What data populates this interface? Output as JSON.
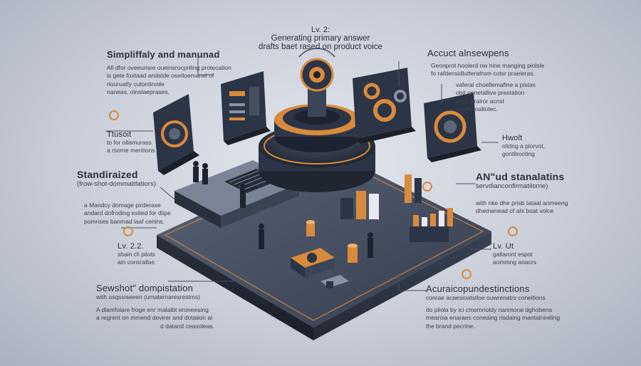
{
  "top": {
    "level": "Lv. 2:",
    "line1": "Generating primary answer",
    "line2": "drafts baet rased on product voice"
  },
  "left": {
    "block1": {
      "title": "Simpliffaly and manunad",
      "lines": [
        "All dfor oveeunsre oueinsrocpriling protecation",
        "is gete foxtaad andstde osetloemanel of",
        "riouruatly cutontirvole",
        "naneas, olnstaeprases."
      ]
    },
    "block2": {
      "title": "Ttusoit",
      "lines": [
        "to for ollamurass",
        "a rsome mentions"
      ]
    },
    "block3": {
      "title": "Standiraized",
      "subtitle": "(frow-shot-dommatifatiors)",
      "lines": [
        "a Mandcy domage pirderase",
        "andard dofroding exited for dlipe",
        "pomrises banmad laaf cenins."
      ]
    },
    "block4": {
      "title": "Lv. 2.2.",
      "lines": [
        "shain cli pilots",
        "ain corocallas"
      ]
    },
    "block5": {
      "title": "Sewshot\" dompistation",
      "subtitle": "with osqsxiseeen (umaternaresrestms)",
      "lines": [
        "A dlamfolare froge enr malalbt eroneesing",
        "a regrent on mmend devirer and dotation al",
        "d datand ceasoleas."
      ]
    }
  },
  "right": {
    "block1": {
      "title": "Accuct  alnsewpens",
      "lines": [
        "Geonprot hoolerd ow hine manging piolsle",
        "fo rafdensidlutterafrom cotsr praeleras."
      ]
    },
    "block2": {
      "lines": [
        "vaferal choellemafine a pistas",
        "obit genetallive prastation",
        "andc prairor acnst",
        "ndality oaltotec."
      ]
    },
    "block3": {
      "title": "Hwolt",
      "lines": [
        "olidng a plorvot,",
        "gontilrocting"
      ]
    },
    "block4": {
      "title": "AN\"ud stanalatins",
      "subtitle": "servdianconfirmatilorne)",
      "lines": [
        "with nke dhe prisb tataal anmeeng",
        "dhemenead of ahi boat volce"
      ]
    },
    "block5": {
      "title": "Lv. Ut",
      "lines": [
        "galiaront espot",
        "aommng anacrs"
      ]
    },
    "block6": {
      "title": "Acuraicopundestinctions",
      "subtitle": "conrae acaesioatstloe ouwrenatrs coneitions",
      "lines": [
        "do pliola by ici cmomrioldy nanmorai dghobena",
        "mearoia enaraes coneaing risdaing mantalnireling",
        "the brand pecrine."
      ]
    }
  },
  "colors": {
    "navy": "#2c3546",
    "orange": "#d98a3d",
    "dark": "#1d2330",
    "steel": "#5b6678"
  }
}
